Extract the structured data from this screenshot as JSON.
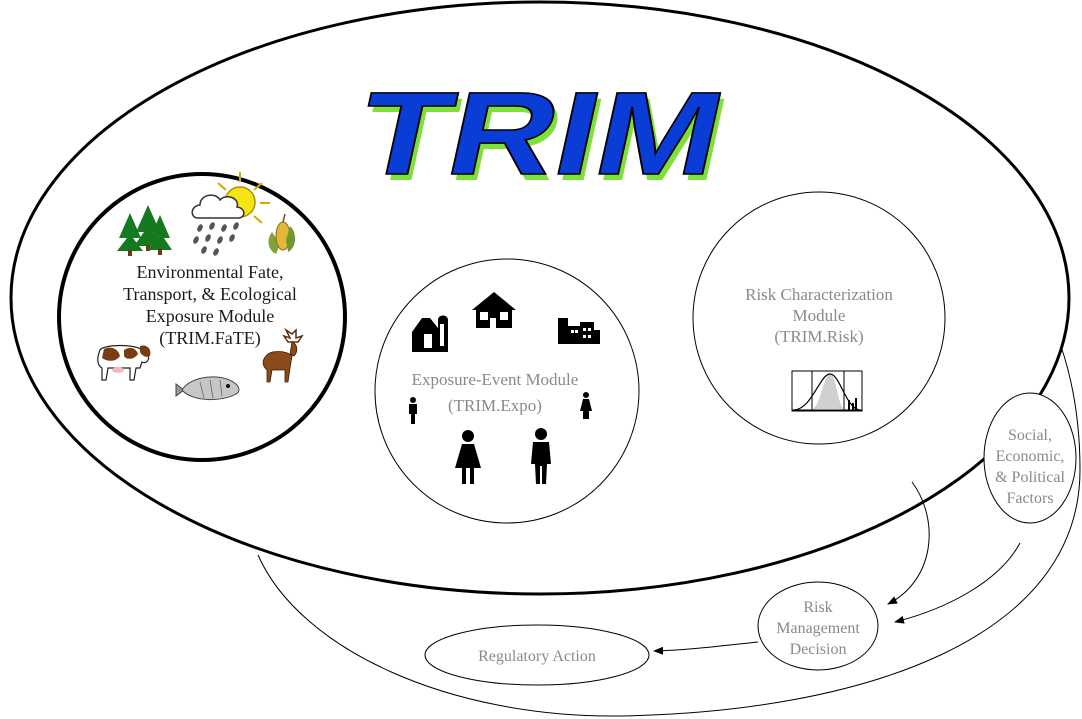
{
  "title": "TRIM",
  "fate_module": {
    "lines": [
      "Environmental Fate,",
      "Transport, & Ecological",
      "Exposure Module",
      "(TRIM.FaTE)"
    ]
  },
  "expo_module": {
    "lines": [
      "Exposure-Event Module",
      "(TRIM.Expo)"
    ]
  },
  "risk_module": {
    "lines": [
      "Risk Characterization",
      "Module",
      "(TRIM.Risk)"
    ]
  },
  "social_factors": {
    "lines": [
      "Social,",
      "Economic,",
      "& Political",
      "Factors"
    ]
  },
  "risk_decision": {
    "lines": [
      "Risk",
      "Management",
      "Decision"
    ]
  },
  "regulatory_action": {
    "label": "Regulatory Action"
  },
  "colors": {
    "title_fill": "#0a3cd6",
    "title_shadow": "#7ee03a",
    "outline": "#000000",
    "faint_text": "#8a8a8a"
  },
  "icons": [
    "trees-icon",
    "rain-cloud-sun-icon",
    "corn-icon",
    "cow-icon",
    "fish-icon",
    "deer-icon",
    "barn-silo-icon",
    "house-icon",
    "factory-icon",
    "man-icon",
    "woman-icon",
    "distribution-chart-icon"
  ]
}
